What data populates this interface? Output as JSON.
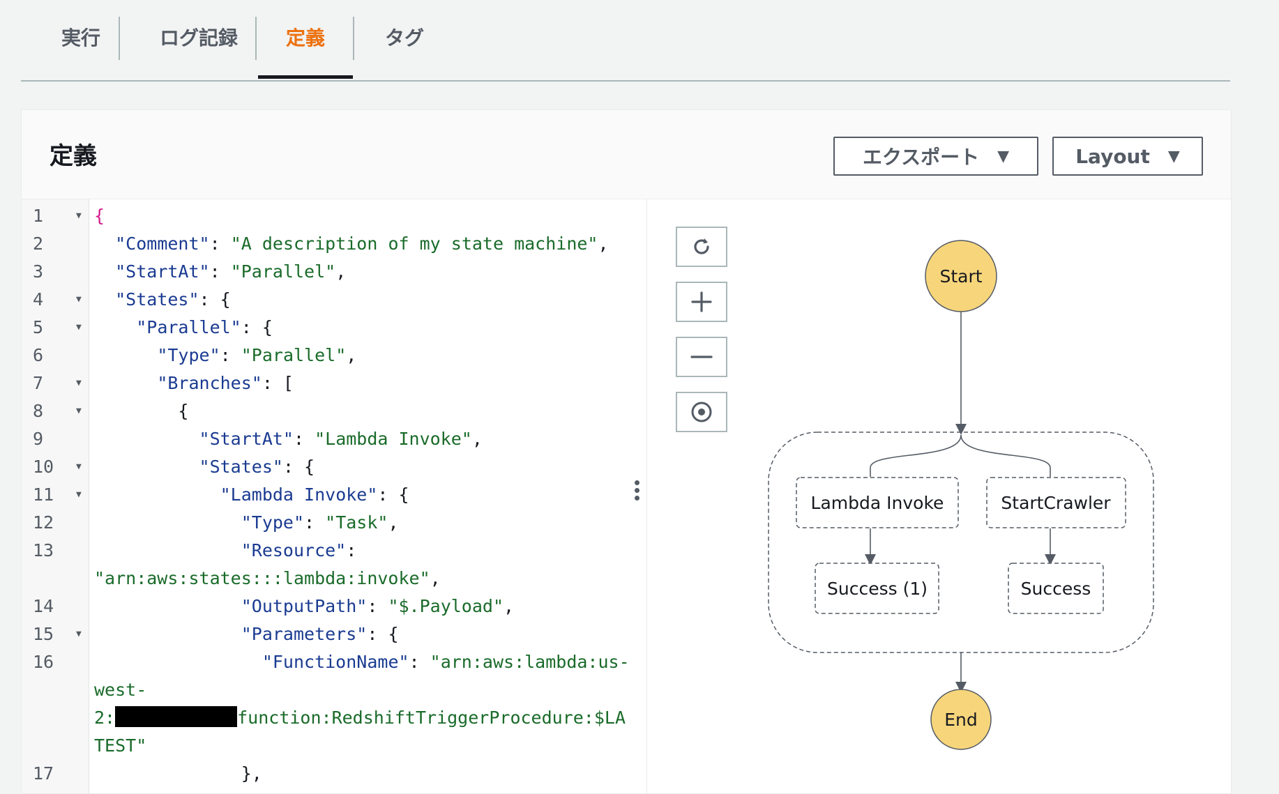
{
  "tabs": [
    {
      "label": "実行"
    },
    {
      "label": "ログ記録"
    },
    {
      "label": "定義",
      "active": true
    },
    {
      "label": "タグ"
    }
  ],
  "panel": {
    "title": "定義",
    "export_button": "エクスポート",
    "layout_button": "Layout"
  },
  "editor": {
    "lines": [
      {
        "n": "1",
        "fold": true
      },
      {
        "n": "2"
      },
      {
        "n": "3"
      },
      {
        "n": "4",
        "fold": true
      },
      {
        "n": "5",
        "fold": true
      },
      {
        "n": "6"
      },
      {
        "n": "7",
        "fold": true
      },
      {
        "n": "8",
        "fold": true
      },
      {
        "n": "9"
      },
      {
        "n": "10",
        "fold": true
      },
      {
        "n": "11",
        "fold": true
      },
      {
        "n": "12"
      },
      {
        "n": "13"
      },
      {
        "n": ""
      },
      {
        "n": "14"
      },
      {
        "n": "15",
        "fold": true
      },
      {
        "n": "16"
      },
      {
        "n": ""
      },
      {
        "n": ""
      },
      {
        "n": ""
      },
      {
        "n": "17"
      }
    ],
    "tokens": {
      "l1": "{",
      "l2k": "\"Comment\"",
      "l2v": "\"A description of my state machine\"",
      "l3k": "\"StartAt\"",
      "l3v": "\"Parallel\"",
      "l4k": "\"States\"",
      "l5k": "\"Parallel\"",
      "l6k": "\"Type\"",
      "l6v": "\"Parallel\"",
      "l7k": "\"Branches\"",
      "l8": "{",
      "l9k": "\"StartAt\"",
      "l9v": "\"Lambda Invoke\"",
      "l10k": "\"States\"",
      "l11k": "\"Lambda Invoke\"",
      "l12k": "\"Type\"",
      "l12v": "\"Task\"",
      "l13k": "\"Resource\"",
      "l13v": "\"arn:aws:states:::lambda:invoke\"",
      "l14k": "\"OutputPath\"",
      "l14v": "\"$.Payload\"",
      "l15k": "\"Parameters\"",
      "l16k": "\"FunctionName\"",
      "l16v_a": "\"arn:aws:lambda:us-",
      "l16v_b": "west-",
      "l16v_c_pre": "2:",
      "l16v_c_post": "function:RedshiftTriggerProcedure:$LA",
      "l16v_d": "TEST\"",
      "l17": "},"
    }
  },
  "graph": {
    "controls": [
      "refresh-icon",
      "zoom-in-icon",
      "zoom-out-icon",
      "center-icon"
    ],
    "start_label": "Start",
    "end_label": "End",
    "states": {
      "lambda_invoke": "Lambda Invoke",
      "start_crawler": "StartCrawler",
      "success_1": "Success (1)",
      "success": "Success"
    },
    "colors": {
      "terminal_fill": "#f7d57b",
      "terminal_stroke": "#545b64"
    }
  }
}
